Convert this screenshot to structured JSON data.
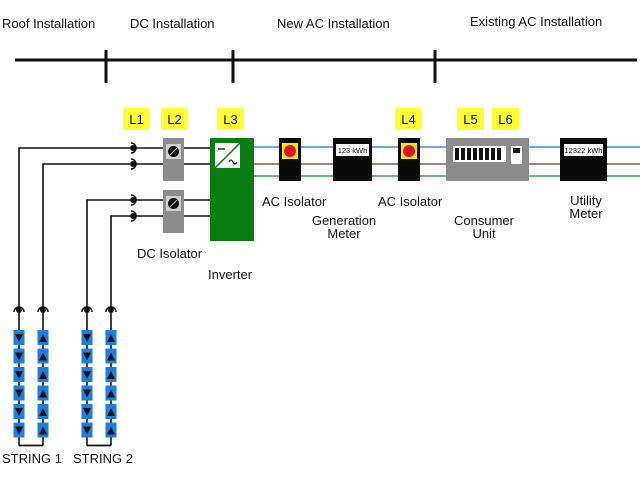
{
  "sections": [
    {
      "label": "Roof Installation"
    },
    {
      "label": "DC Installation"
    },
    {
      "label": "New AC Installation"
    },
    {
      "label": "Existing AC Installation"
    }
  ],
  "tags": [
    "L1",
    "L2",
    "L3",
    "L4",
    "L5",
    "L6"
  ],
  "components": {
    "dc_isolator": "DC Isolator",
    "inverter": "Inverter",
    "ac_isolator_1": "AC Isolator",
    "generation_meter_line1": "Generation",
    "generation_meter_line2": "Meter",
    "generation_meter_reading": "123 kWh",
    "ac_isolator_2": "AC Isolator",
    "consumer_unit_line1": "Consumer",
    "consumer_unit_line2": "Unit",
    "utility_meter_line1": "Utility",
    "utility_meter_line2": "Meter",
    "utility_meter_reading": "12322 kWh"
  },
  "strings": [
    {
      "label": "STRING 1",
      "panels_per_leg": 6
    },
    {
      "label": "STRING 2",
      "panels_per_leg": 6
    }
  ],
  "colors": {
    "tag_yellow": "#ffff33",
    "inverter_green": "#0a7d12",
    "isolator_grey": "#8c8c8c",
    "panel_blue": "#1a7fe0",
    "wire_blue": "#3c8fd8",
    "wire_brown": "#8a5a3a",
    "wire_green": "#35a845",
    "switch_red": "#e0102a",
    "switch_yellow": "#ffe800"
  }
}
